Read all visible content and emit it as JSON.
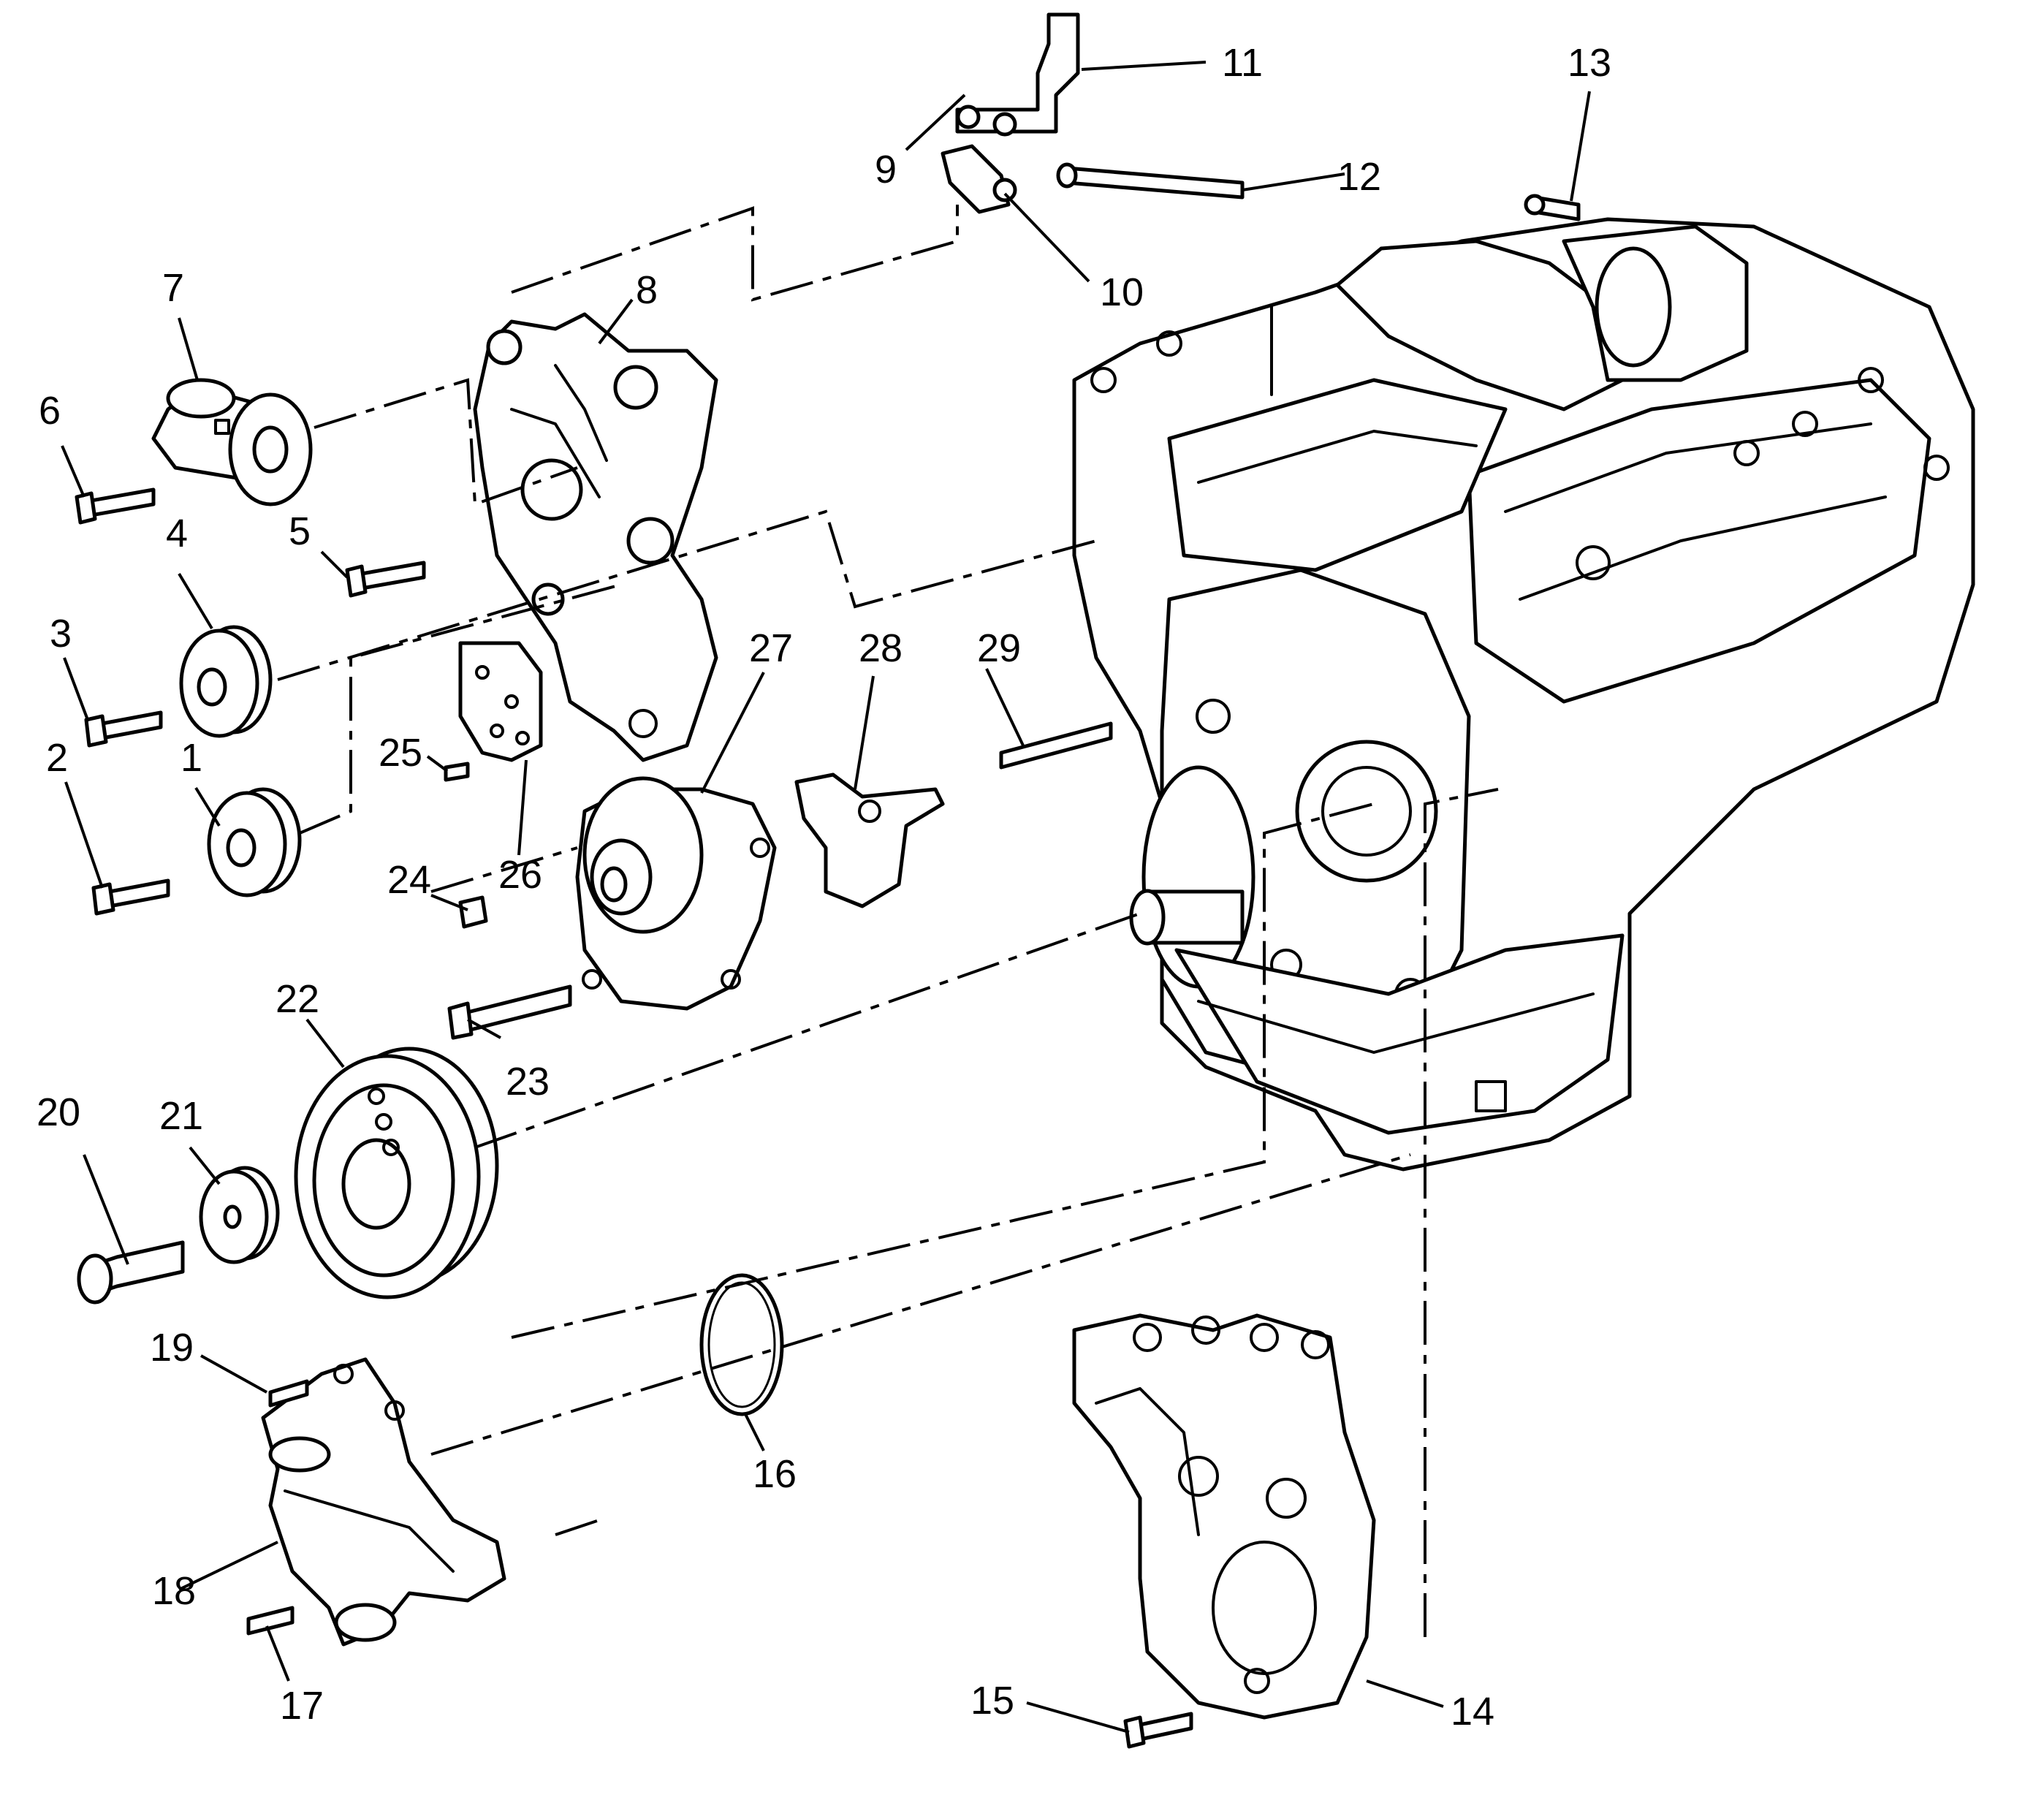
{
  "callouts": [
    "1",
    "2",
    "3",
    "4",
    "5",
    "6",
    "7",
    "8",
    "9",
    "10",
    "11",
    "12",
    "13",
    "14",
    "15",
    "16",
    "17",
    "18",
    "19",
    "20",
    "21",
    "22",
    "23",
    "24",
    "25",
    "26",
    "27",
    "28",
    "29"
  ],
  "colors": {
    "line": "#000000",
    "background": "#ffffff"
  }
}
